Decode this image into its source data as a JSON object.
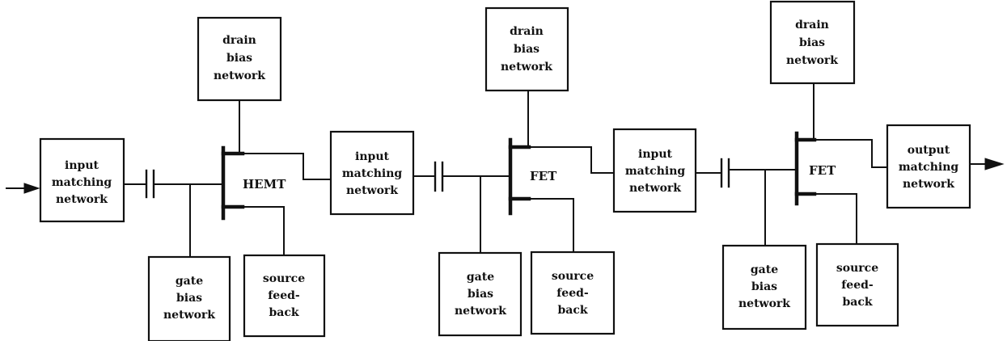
{
  "stage1": {
    "input_matching": [
      "input",
      "matching",
      "network"
    ],
    "drain_bias": [
      "drain",
      "bias",
      "network"
    ],
    "gate_bias": [
      "gate",
      "bias",
      "network"
    ],
    "source_feedback": [
      "source",
      "feed-",
      "back"
    ],
    "device": "HEMT"
  },
  "stage2": {
    "input_matching": [
      "input",
      "matching",
      "network"
    ],
    "drain_bias": [
      "drain",
      "bias",
      "network"
    ],
    "gate_bias": [
      "gate",
      "bias",
      "network"
    ],
    "source_feedback": [
      "source",
      "feed-",
      "back"
    ],
    "device": "FET"
  },
  "stage3": {
    "input_matching": [
      "input",
      "matching",
      "network"
    ],
    "drain_bias": [
      "drain",
      "bias",
      "network"
    ],
    "gate_bias": [
      "gate",
      "bias",
      "network"
    ],
    "source_feedback": [
      "source",
      "feed-",
      "back"
    ],
    "device": "FET"
  },
  "output_matching": [
    "output",
    "matching",
    "network"
  ]
}
